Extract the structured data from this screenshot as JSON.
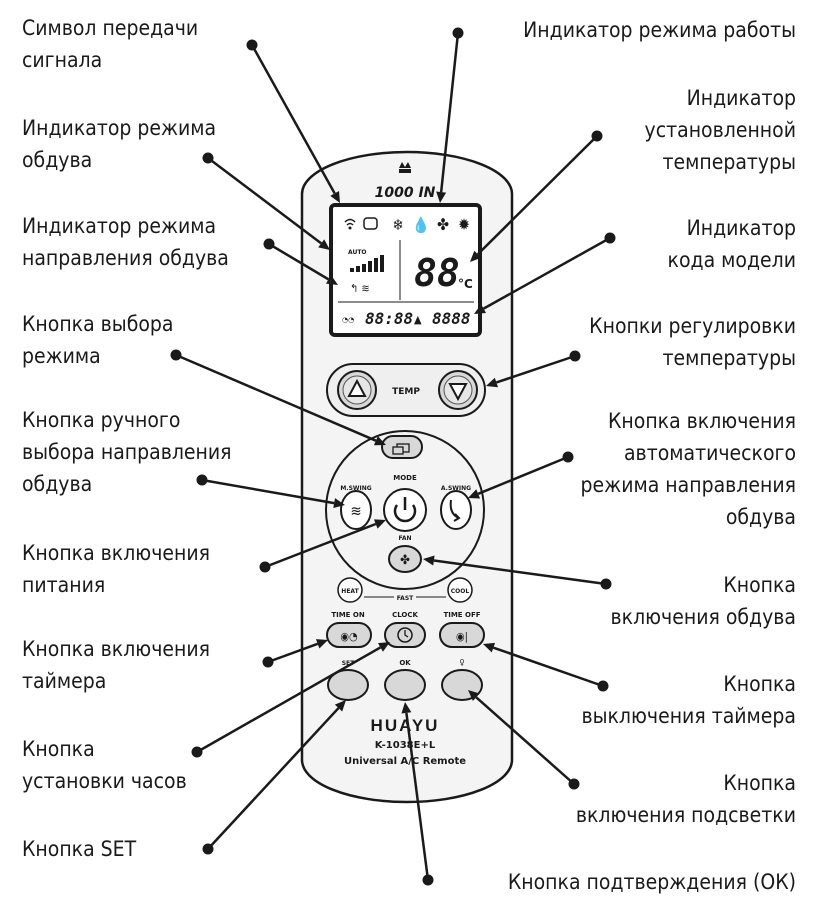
{
  "labels": {
    "signal_symbol": "Символ передачи\nсигнала",
    "mode_indicator": "Индикатор режима работы",
    "fan_mode_indicator": "Индикатор режима\nобдува",
    "set_temp_indicator": "Индикатор\nустановленной\nтемпературы",
    "swing_indicator": "Индикатор режима\nнаправления обдува",
    "model_code_indicator": "Индикатор\nкода модели",
    "mode_button": "Кнопка выбора\nрежима",
    "temp_buttons": "Кнопки регулировки\nтемпературы",
    "manual_swing_button": "Кнопка ручного\nвыбора направления\nобдува",
    "auto_swing_button": "Кнопка включения\nавтоматического\nрежима направления\nобдува",
    "power_button": "Кнопка включения\nпитания",
    "fan_button": "Кнопка\nвключения обдува",
    "timer_on_button": "Кнопка включения\nтаймера",
    "timer_off_button": "Кнопка\nвыключения таймера",
    "clock_button": "Кнопка\nустановки часов",
    "backlight_button": "Кнопка\nвключения подсветки",
    "set_button": "Кнопка SET",
    "ok_button": "Кнопка подтверждения (ОК)"
  },
  "remote": {
    "model_top": "1000 IN",
    "lcd_temp": "88",
    "lcd_unit": "°C",
    "lcd_time": "88:88",
    "lcd_code": "8888",
    "lcd_auto": "AUTO",
    "temp_label": "TEMP",
    "mode_label": "MODE",
    "m_swing": "M.SWING",
    "a_swing": "A.SWING",
    "fan_label": "FAN",
    "heat": "HEAT",
    "fast": "FAST",
    "cool": "COOL",
    "time_on": "TIME ON",
    "clock": "CLOCK",
    "time_off": "TIME OFF",
    "set": "SET",
    "ok": "OK",
    "brand": "HUAYU",
    "model": "K-1038E+L",
    "subtitle": "Universal A/C Remote"
  },
  "colors": {
    "outline": "#1a1a1a",
    "button_gray": "#d8d8d8",
    "body": "#f4f4f4"
  }
}
